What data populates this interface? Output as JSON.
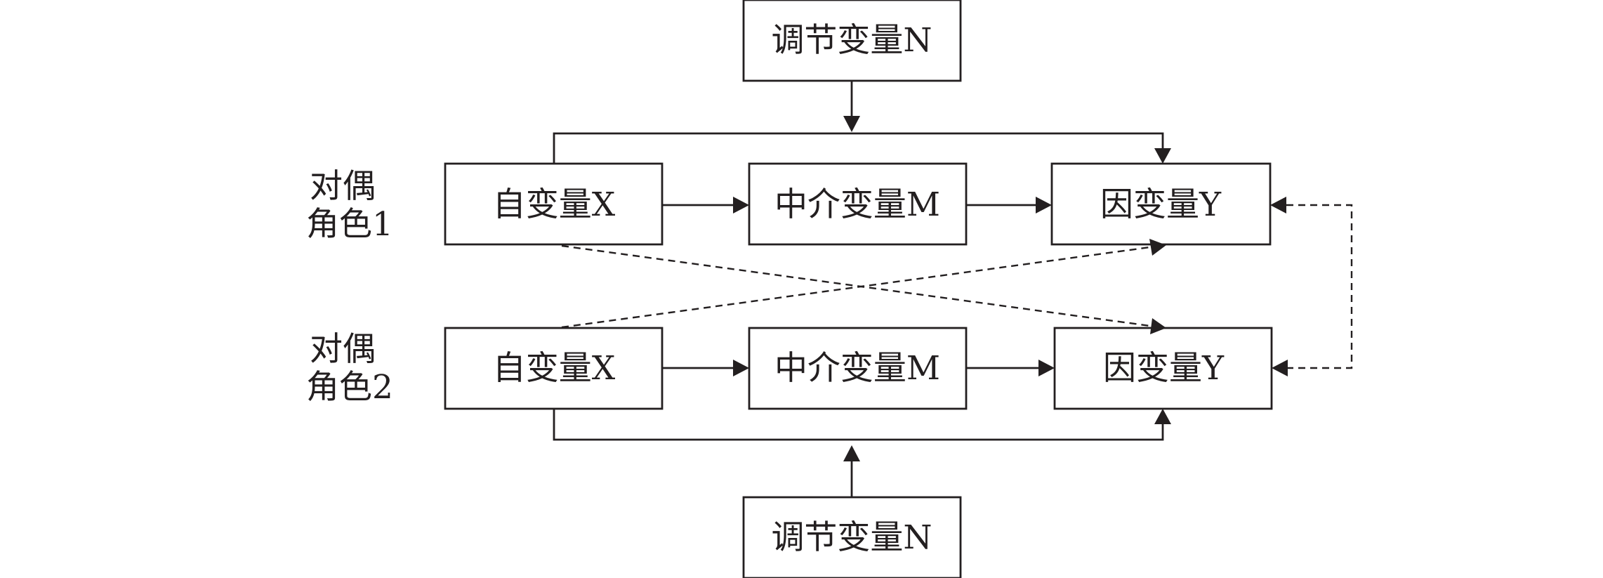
{
  "roles": {
    "role1_line1": "对偶",
    "role1_line2": "角色1",
    "role2_line1": "对偶",
    "role2_line2": "角色2"
  },
  "nodes": {
    "moderator_top": "调节变量N",
    "moderator_bottom": "调节变量N",
    "x1": "自变量X",
    "m1": "中介变量M",
    "y1": "因变量Y",
    "x2": "自变量X",
    "m2": "中介变量M",
    "y2": "因变量Y"
  },
  "colors": {
    "stroke": "#231f20",
    "background": "#ffffff"
  }
}
